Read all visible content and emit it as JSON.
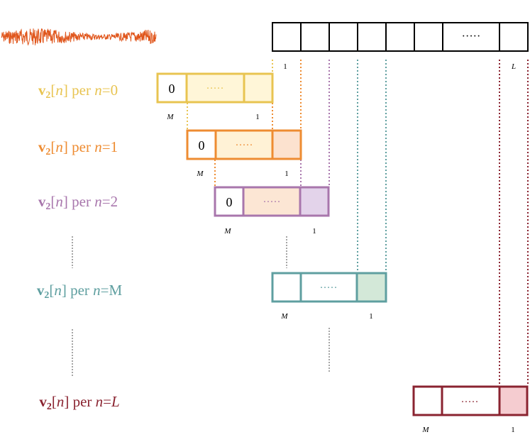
{
  "colors": {
    "signal": "#E0561C",
    "row0": "#E8C451",
    "row0_fill": "#FFF6D8",
    "row1": "#EE8C32",
    "row1_fill": "#FFF2D6",
    "row1_last": "#FCE2CF",
    "row2": "#A876AC",
    "row2_fill": "#FCE6D4",
    "row2_last": "#E3D3EA",
    "rowM": "#5F9FA0",
    "rowM_last": "#D3E8D8",
    "rowL": "#8A2330",
    "rowL_last": "#F5CCD0"
  },
  "top_array": {
    "dots": "·····",
    "label_first": "1",
    "label_last": "L"
  },
  "rows": [
    {
      "vec": "v",
      "sub": "2",
      "bracket_open": "[",
      "idx": "n",
      "bracket_close": "]",
      "per": " per ",
      "nvar": "n",
      "eq": "=",
      "val": "0",
      "val_italic": false,
      "cell0": "0",
      "dots": "·····",
      "label_left": "M",
      "label_right": "1"
    },
    {
      "vec": "v",
      "sub": "2",
      "bracket_open": "[",
      "idx": "n",
      "bracket_close": "]",
      "per": " per ",
      "nvar": "n",
      "eq": "=",
      "val": "1",
      "val_italic": false,
      "cell0": "0",
      "dots": "·····",
      "label_left": "M",
      "label_right": "1"
    },
    {
      "vec": "v",
      "sub": "2",
      "bracket_open": "[",
      "idx": "n",
      "bracket_close": "]",
      "per": " per ",
      "nvar": "n",
      "eq": "=",
      "val": "2",
      "val_italic": false,
      "cell0": "0",
      "dots": "·····",
      "label_left": "M",
      "label_right": "1"
    },
    {
      "vec": "v",
      "sub": "2",
      "bracket_open": "[",
      "idx": "n",
      "bracket_close": "]",
      "per": " per ",
      "nvar": "n",
      "eq": "=",
      "val": "M",
      "val_italic": false,
      "cell0": "",
      "dots": "·····",
      "label_left": "M",
      "label_right": "1"
    },
    {
      "vec": "v",
      "sub": "2",
      "bracket_open": "[",
      "idx": "n",
      "bracket_close": "]",
      "per": " per ",
      "nvar": "n",
      "eq": "=",
      "val": "L",
      "val_italic": true,
      "cell0": "",
      "dots": "·····",
      "label_left": "M",
      "label_right": "1"
    }
  ]
}
